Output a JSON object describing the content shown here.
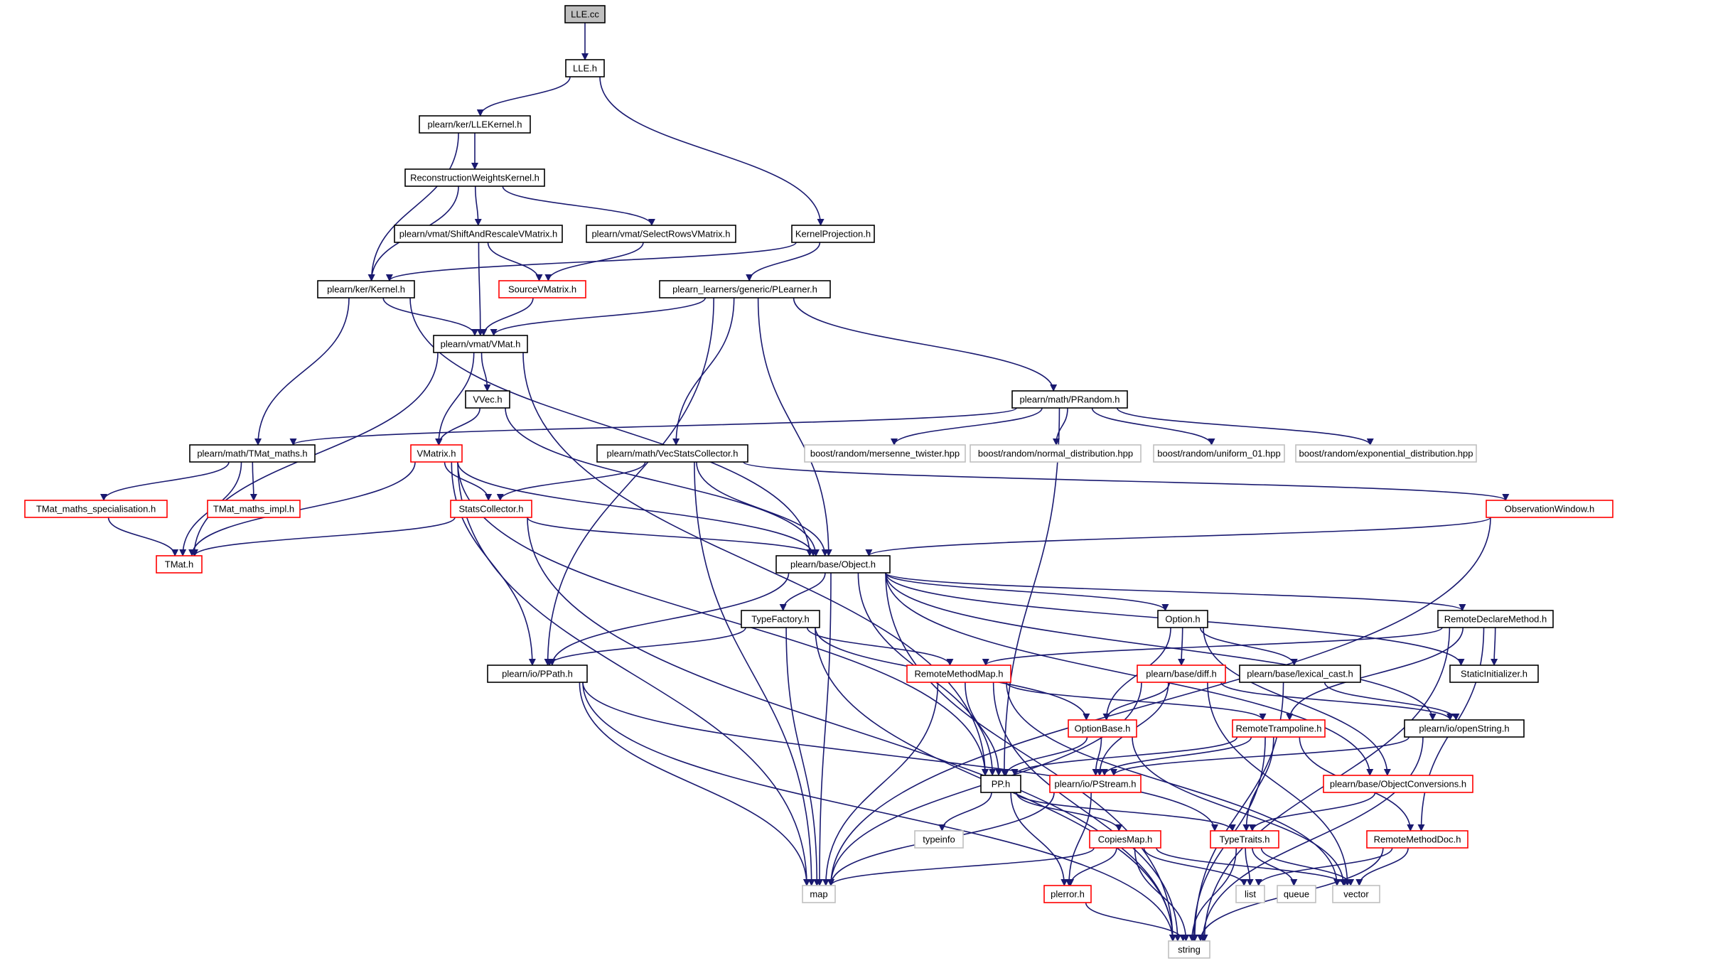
{
  "diagram": {
    "root": "LLE.cc",
    "nodes": [
      {
        "id": "lle_cc",
        "label": "LLE.cc",
        "style": "root"
      },
      {
        "id": "lle_h",
        "label": "LLE.h",
        "style": "black"
      },
      {
        "id": "llekernel",
        "label": "plearn/ker/LLEKernel.h",
        "style": "black"
      },
      {
        "id": "recweights",
        "label": "ReconstructionWeightsKernel.h",
        "style": "black"
      },
      {
        "id": "shiftrescale",
        "label": "plearn/vmat/ShiftAndRescaleVMatrix.h",
        "style": "black"
      },
      {
        "id": "selectrows",
        "label": "plearn/vmat/SelectRowsVMatrix.h",
        "style": "black"
      },
      {
        "id": "kernelproj",
        "label": "KernelProjection.h",
        "style": "black"
      },
      {
        "id": "kernel",
        "label": "plearn/ker/Kernel.h",
        "style": "black"
      },
      {
        "id": "sourcevmatrix",
        "label": "SourceVMatrix.h",
        "style": "red"
      },
      {
        "id": "plearner",
        "label": "plearn_learners/generic/PLearner.h",
        "style": "black"
      },
      {
        "id": "vmat",
        "label": "plearn/vmat/VMat.h",
        "style": "black"
      },
      {
        "id": "vvec",
        "label": "VVec.h",
        "style": "black"
      },
      {
        "id": "prandom",
        "label": "plearn/math/PRandom.h",
        "style": "black"
      },
      {
        "id": "tmatmaths",
        "label": "plearn/math/TMat_maths.h",
        "style": "black"
      },
      {
        "id": "vmatrix",
        "label": "VMatrix.h",
        "style": "red"
      },
      {
        "id": "vecstats",
        "label": "plearn/math/VecStatsCollector.h",
        "style": "black"
      },
      {
        "id": "mersenne",
        "label": "boost/random/mersenne_twister.hpp",
        "style": "grey"
      },
      {
        "id": "normaldist",
        "label": "boost/random/normal_distribution.hpp",
        "style": "grey"
      },
      {
        "id": "uniform01",
        "label": "boost/random/uniform_01.hpp",
        "style": "grey"
      },
      {
        "id": "expdist",
        "label": "boost/random/exponential_distribution.hpp",
        "style": "grey"
      },
      {
        "id": "tmatspec",
        "label": "TMat_maths_specialisation.h",
        "style": "red"
      },
      {
        "id": "tmatimpl",
        "label": "TMat_maths_impl.h",
        "style": "red"
      },
      {
        "id": "statscoll",
        "label": "StatsCollector.h",
        "style": "red"
      },
      {
        "id": "obswindow",
        "label": "ObservationWindow.h",
        "style": "red"
      },
      {
        "id": "tmat",
        "label": "TMat.h",
        "style": "red"
      },
      {
        "id": "object",
        "label": "plearn/base/Object.h",
        "style": "black"
      },
      {
        "id": "typefactory",
        "label": "TypeFactory.h",
        "style": "black"
      },
      {
        "id": "option",
        "label": "Option.h",
        "style": "black"
      },
      {
        "id": "remotedecl",
        "label": "RemoteDeclareMethod.h",
        "style": "black"
      },
      {
        "id": "ppath",
        "label": "plearn/io/PPath.h",
        "style": "black"
      },
      {
        "id": "remotemethodmap",
        "label": "RemoteMethodMap.h",
        "style": "red"
      },
      {
        "id": "diff",
        "label": "plearn/base/diff.h",
        "style": "red"
      },
      {
        "id": "lexicalcast",
        "label": "plearn/base/lexical_cast.h",
        "style": "black"
      },
      {
        "id": "staticinit",
        "label": "StaticInitializer.h",
        "style": "black"
      },
      {
        "id": "optionbase",
        "label": "OptionBase.h",
        "style": "red"
      },
      {
        "id": "remotetramp",
        "label": "RemoteTrampoline.h",
        "style": "red"
      },
      {
        "id": "openstring",
        "label": "plearn/io/openString.h",
        "style": "black"
      },
      {
        "id": "pp",
        "label": "PP.h",
        "style": "black"
      },
      {
        "id": "pstream",
        "label": "plearn/io/PStream.h",
        "style": "red"
      },
      {
        "id": "objconv",
        "label": "plearn/base/ObjectConversions.h",
        "style": "red"
      },
      {
        "id": "typeinfo",
        "label": "typeinfo",
        "style": "grey"
      },
      {
        "id": "copiesmap",
        "label": "CopiesMap.h",
        "style": "red"
      },
      {
        "id": "typetraits",
        "label": "TypeTraits.h",
        "style": "red"
      },
      {
        "id": "remotemethoddoc",
        "label": "RemoteMethodDoc.h",
        "style": "red"
      },
      {
        "id": "map",
        "label": "map",
        "style": "grey"
      },
      {
        "id": "plerror",
        "label": "plerror.h",
        "style": "red"
      },
      {
        "id": "list",
        "label": "list",
        "style": "grey"
      },
      {
        "id": "queue",
        "label": "queue",
        "style": "grey"
      },
      {
        "id": "vector",
        "label": "vector",
        "style": "grey"
      },
      {
        "id": "string",
        "label": "string",
        "style": "grey"
      }
    ],
    "edges": [
      [
        "lle_cc",
        "lle_h"
      ],
      [
        "lle_h",
        "llekernel"
      ],
      [
        "lle_h",
        "kernelproj"
      ],
      [
        "llekernel",
        "recweights"
      ],
      [
        "llekernel",
        "kernel"
      ],
      [
        "recweights",
        "kernel"
      ],
      [
        "recweights",
        "shiftrescale"
      ],
      [
        "recweights",
        "selectrows"
      ],
      [
        "shiftrescale",
        "sourcevmatrix"
      ],
      [
        "shiftrescale",
        "vmat"
      ],
      [
        "selectrows",
        "sourcevmatrix"
      ],
      [
        "sourcevmatrix",
        "vmat"
      ],
      [
        "kernelproj",
        "kernel"
      ],
      [
        "kernelproj",
        "plearner"
      ],
      [
        "kernel",
        "vmat"
      ],
      [
        "kernel",
        "tmatmaths"
      ],
      [
        "kernel",
        "object"
      ],
      [
        "plearner",
        "vmat"
      ],
      [
        "plearner",
        "prandom"
      ],
      [
        "plearner",
        "vecstats"
      ],
      [
        "plearner",
        "ppath"
      ],
      [
        "plearner",
        "object"
      ],
      [
        "vmat",
        "vvec"
      ],
      [
        "vmat",
        "vmatrix"
      ],
      [
        "vmat",
        "tmat"
      ],
      [
        "vmat",
        "pp"
      ],
      [
        "vvec",
        "vmatrix"
      ],
      [
        "vvec",
        "object"
      ],
      [
        "prandom",
        "tmatmaths"
      ],
      [
        "prandom",
        "mersenne"
      ],
      [
        "prandom",
        "normaldist"
      ],
      [
        "prandom",
        "uniform01"
      ],
      [
        "prandom",
        "expdist"
      ],
      [
        "prandom",
        "pp"
      ],
      [
        "tmatmaths",
        "tmatspec"
      ],
      [
        "tmatmaths",
        "tmatimpl"
      ],
      [
        "tmatmaths",
        "tmat"
      ],
      [
        "tmatspec",
        "tmat"
      ],
      [
        "vmatrix",
        "statscoll"
      ],
      [
        "vmatrix",
        "tmat"
      ],
      [
        "vmatrix",
        "object"
      ],
      [
        "vmatrix",
        "ppath"
      ],
      [
        "vmatrix",
        "pp"
      ],
      [
        "vmatrix",
        "map"
      ],
      [
        "vecstats",
        "statscoll"
      ],
      [
        "vecstats",
        "object"
      ],
      [
        "vecstats",
        "obswindow"
      ],
      [
        "vecstats",
        "map"
      ],
      [
        "statscoll",
        "tmat"
      ],
      [
        "statscoll",
        "object"
      ],
      [
        "statscoll",
        "string"
      ],
      [
        "obswindow",
        "object"
      ],
      [
        "obswindow",
        "map"
      ],
      [
        "object",
        "typefactory"
      ],
      [
        "object",
        "option"
      ],
      [
        "object",
        "remotedecl"
      ],
      [
        "object",
        "ppath"
      ],
      [
        "object",
        "pp"
      ],
      [
        "object",
        "map"
      ],
      [
        "object",
        "staticinit"
      ],
      [
        "object",
        "openstring"
      ],
      [
        "object",
        "objconv"
      ],
      [
        "object",
        "string"
      ],
      [
        "typefactory",
        "ppath"
      ],
      [
        "typefactory",
        "remotemethodmap"
      ],
      [
        "typefactory",
        "optionbase"
      ],
      [
        "typefactory",
        "map"
      ],
      [
        "typefactory",
        "string"
      ],
      [
        "option",
        "diff"
      ],
      [
        "option",
        "optionbase"
      ],
      [
        "option",
        "lexicalcast"
      ],
      [
        "option",
        "objconv"
      ],
      [
        "remotedecl",
        "remotemethodmap"
      ],
      [
        "remotedecl",
        "staticinit"
      ],
      [
        "remotedecl",
        "remotetramp"
      ],
      [
        "remotedecl",
        "remotemethoddoc"
      ],
      [
        "remotedecl",
        "string"
      ],
      [
        "ppath",
        "map"
      ],
      [
        "ppath",
        "string"
      ],
      [
        "ppath",
        "typetraits"
      ],
      [
        "remotemethodmap",
        "pp"
      ],
      [
        "remotemethodmap",
        "map"
      ],
      [
        "remotemethodmap",
        "remotetramp"
      ],
      [
        "remotemethodmap",
        "string"
      ],
      [
        "remotemethodmap",
        "vector"
      ],
      [
        "diff",
        "optionbase"
      ],
      [
        "diff",
        "pstream"
      ],
      [
        "diff",
        "openstring"
      ],
      [
        "diff",
        "map"
      ],
      [
        "diff",
        "vector"
      ],
      [
        "lexicalcast",
        "openstring"
      ],
      [
        "lexicalcast",
        "string"
      ],
      [
        "optionbase",
        "pp"
      ],
      [
        "optionbase",
        "pstream"
      ],
      [
        "optionbase",
        "vector"
      ],
      [
        "remotetramp",
        "pp"
      ],
      [
        "remotetramp",
        "pstream"
      ],
      [
        "remotetramp",
        "typetraits"
      ],
      [
        "remotetramp",
        "remotemethoddoc"
      ],
      [
        "remotetramp",
        "string"
      ],
      [
        "openstring",
        "pstream"
      ],
      [
        "openstring",
        "string"
      ],
      [
        "objconv",
        "typetraits"
      ],
      [
        "pp",
        "typeinfo"
      ],
      [
        "pp",
        "copiesmap"
      ],
      [
        "pp",
        "typetraits"
      ],
      [
        "pp",
        "plerror"
      ],
      [
        "pstream",
        "map"
      ],
      [
        "pstream",
        "plerror"
      ],
      [
        "copiesmap",
        "map"
      ],
      [
        "copiesmap",
        "plerror"
      ],
      [
        "copiesmap",
        "list"
      ],
      [
        "copiesmap",
        "string"
      ],
      [
        "copiesmap",
        "vector"
      ],
      [
        "typetraits",
        "list"
      ],
      [
        "typetraits",
        "queue"
      ],
      [
        "typetraits",
        "vector"
      ],
      [
        "typetraits",
        "string"
      ],
      [
        "remotemethoddoc",
        "list"
      ],
      [
        "remotemethoddoc",
        "vector"
      ],
      [
        "remotemethoddoc",
        "string"
      ],
      [
        "plerror",
        "string"
      ]
    ]
  }
}
